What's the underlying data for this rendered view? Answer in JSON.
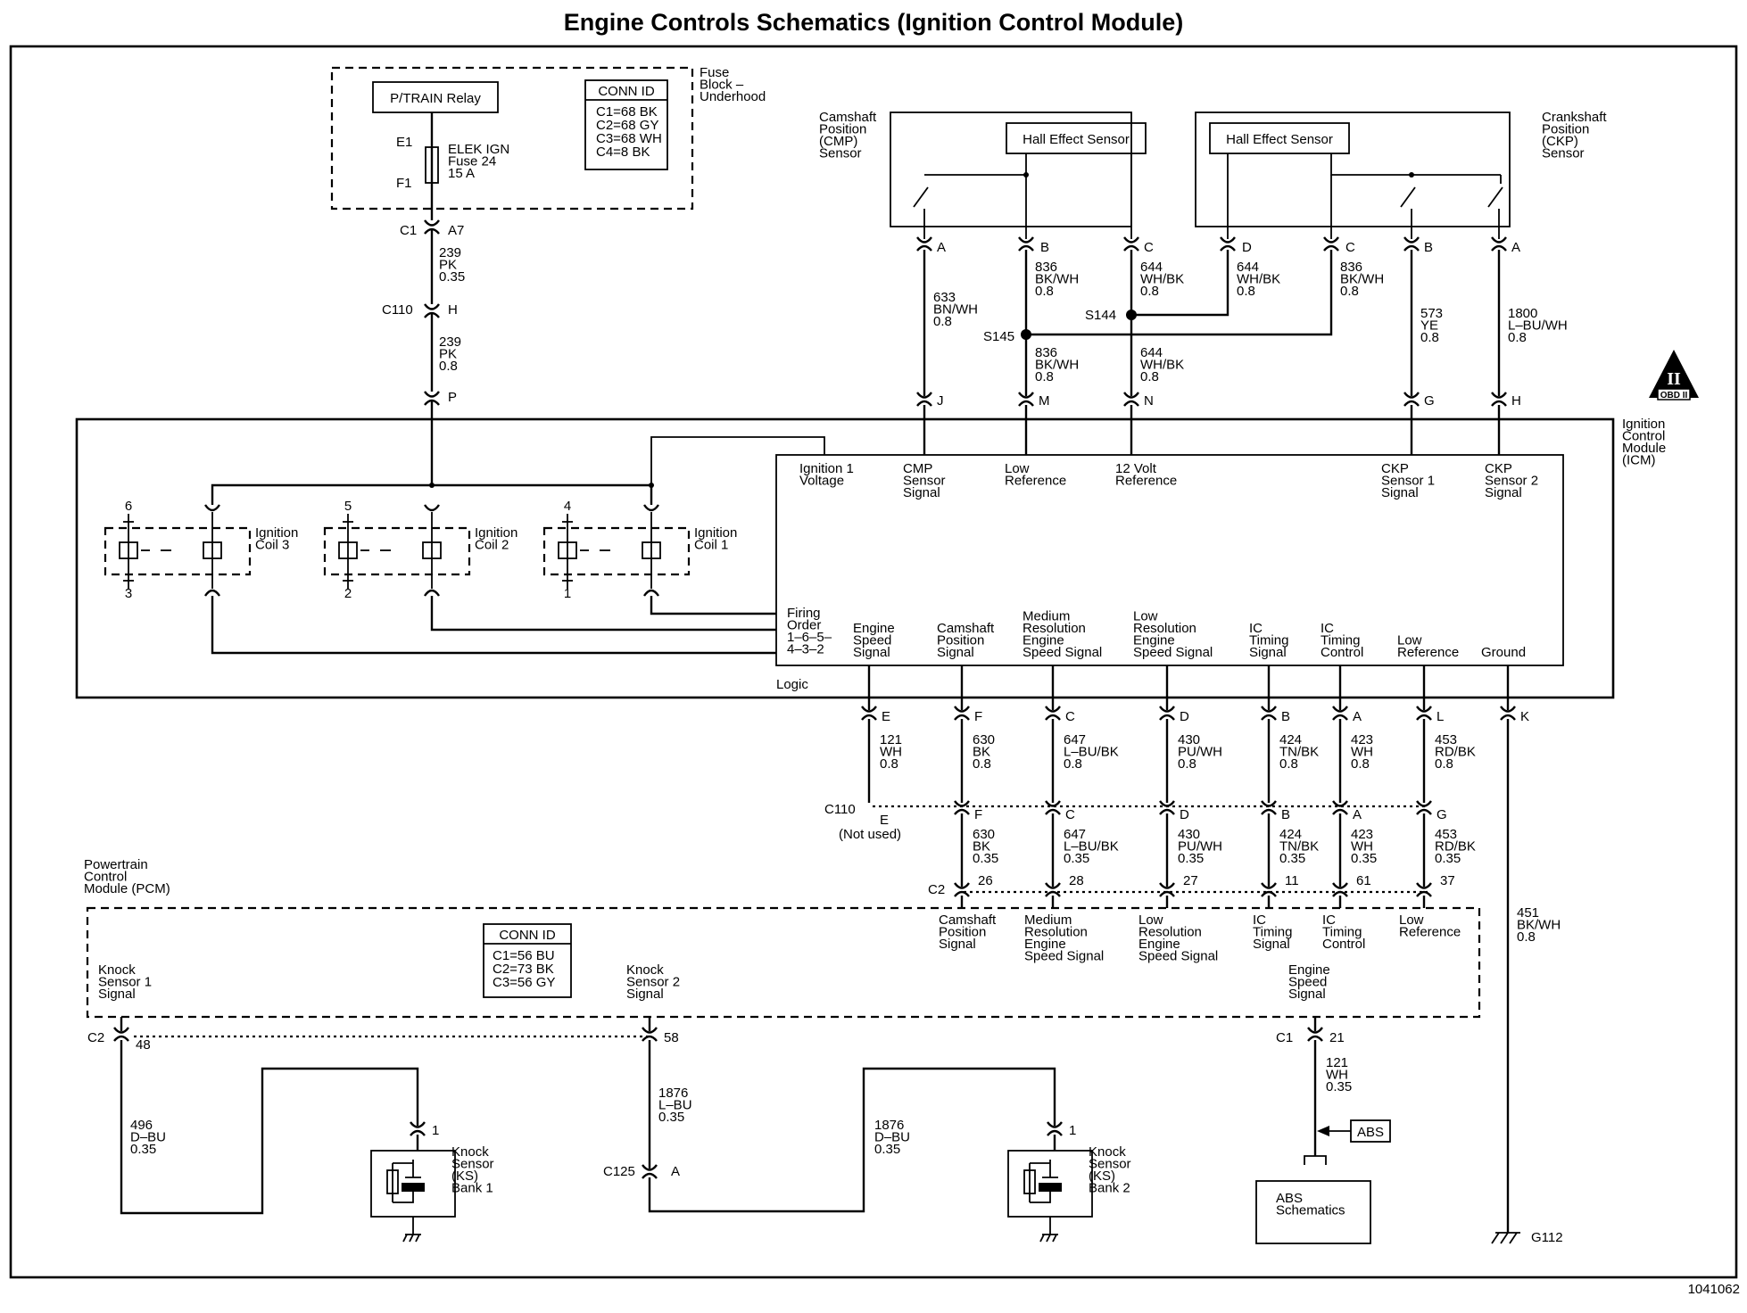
{
  "title": "Engine Controls Schematics (Ignition Control Module)",
  "figure_id": "1041062",
  "fuse_block": {
    "label": [
      "Fuse",
      "Block –",
      "Underhood"
    ],
    "relay": "P/TRAIN Relay",
    "conn_id_title": "CONN ID",
    "conn_ids": [
      "C1=68 BK",
      "C2=68 GY",
      "C3=68 WH",
      "C4=8 BK"
    ],
    "fuse_label": [
      "ELEK IGN",
      "Fuse 24",
      "15 A"
    ],
    "e1": "E1",
    "f1": "F1"
  },
  "fuse_feed": {
    "c1": "C1",
    "a7": "A7",
    "wire1": [
      "239",
      "PK",
      "0.35"
    ],
    "c110": "C110",
    "h": "H",
    "wire2": [
      "239",
      "PK",
      "0.8"
    ],
    "p": "P"
  },
  "cmp_sensor": {
    "label": [
      "Camshaft",
      "Position",
      "(CMP)",
      "Sensor"
    ],
    "hall": "Hall Effect Sensor",
    "pins": [
      "A",
      "B",
      "C"
    ]
  },
  "ckp_sensor": {
    "label": [
      "Crankshaft",
      "Position",
      "(CKP)",
      "Sensor"
    ],
    "hall": "Hall Effect Sensor",
    "pins": [
      "D",
      "C",
      "B",
      "A"
    ]
  },
  "upper_wires": [
    [
      "633",
      "BN/WH",
      "0.8"
    ],
    [
      "836",
      "BK/WH",
      "0.8"
    ],
    [
      "644",
      "WH/BK",
      "0.8"
    ],
    [
      "644",
      "WH/BK",
      "0.8"
    ],
    [
      "836",
      "BK/WH",
      "0.8"
    ],
    [
      "573",
      "YE",
      "0.8"
    ],
    [
      "1800",
      "L–BU/WH",
      "0.8"
    ],
    [
      "836",
      "BK/WH",
      "0.8"
    ],
    [
      "644",
      "WH/BK",
      "0.8"
    ]
  ],
  "splices": [
    "S145",
    "S144"
  ],
  "icm_top_pins": [
    "J",
    "M",
    "N",
    "G",
    "H"
  ],
  "icm_label": [
    "Ignition",
    "Control",
    "Module",
    "(ICM)"
  ],
  "obd_badge": {
    "numeral": "II",
    "text": "OBD II"
  },
  "icm_inputs": [
    [
      "Ignition 1",
      "Voltage"
    ],
    [
      "CMP",
      "Sensor",
      "Signal"
    ],
    [
      "Low",
      "Reference"
    ],
    [
      "12 Volt",
      "Reference"
    ],
    [
      "CKP",
      "Sensor 1",
      "Signal"
    ],
    [
      "CKP",
      "Sensor 2",
      "Signal"
    ]
  ],
  "coils": [
    {
      "name": [
        "Ignition",
        "Coil 3"
      ],
      "top": "6",
      "bottom": "3"
    },
    {
      "name": [
        "Ignition",
        "Coil 2"
      ],
      "top": "5",
      "bottom": "2"
    },
    {
      "name": [
        "Ignition",
        "Coil 1"
      ],
      "top": "4",
      "bottom": "1"
    }
  ],
  "firing_order": [
    "Firing",
    "Order",
    "1–6–5–",
    "4–3–2"
  ],
  "logic": "Logic",
  "icm_outputs": [
    [
      "Engine",
      "Speed",
      "Signal"
    ],
    [
      "Camshaft",
      "Position",
      "Signal"
    ],
    [
      "Medium",
      "Resolution",
      "Engine",
      "Speed Signal"
    ],
    [
      "Low",
      "Resolution",
      "Engine",
      "Speed Signal"
    ],
    [
      "IC",
      "Timing",
      "Signal"
    ],
    [
      "IC",
      "Timing",
      "Control"
    ],
    [
      "Low",
      "Reference"
    ],
    [
      "Ground"
    ]
  ],
  "icm_bottom_pins": [
    "E",
    "F",
    "C",
    "D",
    "B",
    "A",
    "L",
    "K"
  ],
  "lower_wires_a": [
    [
      "121",
      "WH",
      "0.8"
    ],
    [
      "630",
      "BK",
      "0.8"
    ],
    [
      "647",
      "L–BU/BK",
      "0.8"
    ],
    [
      "430",
      "PU/WH",
      "0.8"
    ],
    [
      "424",
      "TN/BK",
      "0.8"
    ],
    [
      "423",
      "WH",
      "0.8"
    ],
    [
      "453",
      "RD/BK",
      "0.8"
    ]
  ],
  "c110_lower": {
    "label": "C110",
    "pins": [
      "E",
      "F",
      "C",
      "D",
      "B",
      "A",
      "G"
    ],
    "not_used": "(Not used)"
  },
  "lower_wires_b": [
    [
      "630",
      "BK",
      "0.35"
    ],
    [
      "647",
      "L–BU/BK",
      "0.35"
    ],
    [
      "430",
      "PU/WH",
      "0.35"
    ],
    [
      "424",
      "TN/BK",
      "0.35"
    ],
    [
      "423",
      "WH",
      "0.35"
    ],
    [
      "453",
      "RD/BK",
      "0.35"
    ]
  ],
  "pcm_pins": {
    "c2": "C2",
    "pins": [
      "26",
      "28",
      "27",
      "11",
      "61",
      "37"
    ]
  },
  "pcm": {
    "label": [
      "Powertrain",
      "Control",
      "Module (PCM)"
    ],
    "conn_id_title": "CONN ID",
    "conn_ids": [
      "C1=56 BU",
      "C2=73 BK",
      "C3=56 GY"
    ],
    "inputs": [
      [
        "Camshaft",
        "Position",
        "Signal"
      ],
      [
        "Medium",
        "Resolution",
        "Engine",
        "Speed Signal"
      ],
      [
        "Low",
        "Resolution",
        "Engine",
        "Speed Signal"
      ],
      [
        "IC",
        "Timing",
        "Signal"
      ],
      [
        "IC",
        "Timing",
        "Control"
      ],
      [
        "Low",
        "Reference"
      ]
    ],
    "ks1": [
      "Knock",
      "Sensor 1",
      "Signal"
    ],
    "ks2": [
      "Knock",
      "Sensor 2",
      "Signal"
    ],
    "ess": [
      "Engine",
      "Speed",
      "Signal"
    ]
  },
  "ground_wire": [
    "451",
    "BK/WH",
    "0.8"
  ],
  "ground": "G112",
  "pcm_bottom": {
    "c2": "C2",
    "p48": "48",
    "p58": "58",
    "c1": "C1",
    "p21": "21"
  },
  "ks1_wire": [
    "496",
    "D–BU",
    "0.35"
  ],
  "ks2_wire_a": [
    "1876",
    "L–BU",
    "0.35"
  ],
  "ks2_wire_b": [
    "1876",
    "D–BU",
    "0.35"
  ],
  "c125": {
    "label": "C125",
    "pin": "A"
  },
  "ks_bank1": {
    "pin": "1",
    "label": [
      "Knock",
      "Sensor",
      "(KS)",
      "Bank 1"
    ]
  },
  "ks_bank2": {
    "pin": "1",
    "label": [
      "Knock",
      "Sensor",
      "(KS)",
      "Bank 2"
    ]
  },
  "ess_wire": [
    "121",
    "WH",
    "0.35"
  ],
  "abs_tag": "ABS",
  "abs_box": [
    "ABS",
    "Schematics"
  ]
}
